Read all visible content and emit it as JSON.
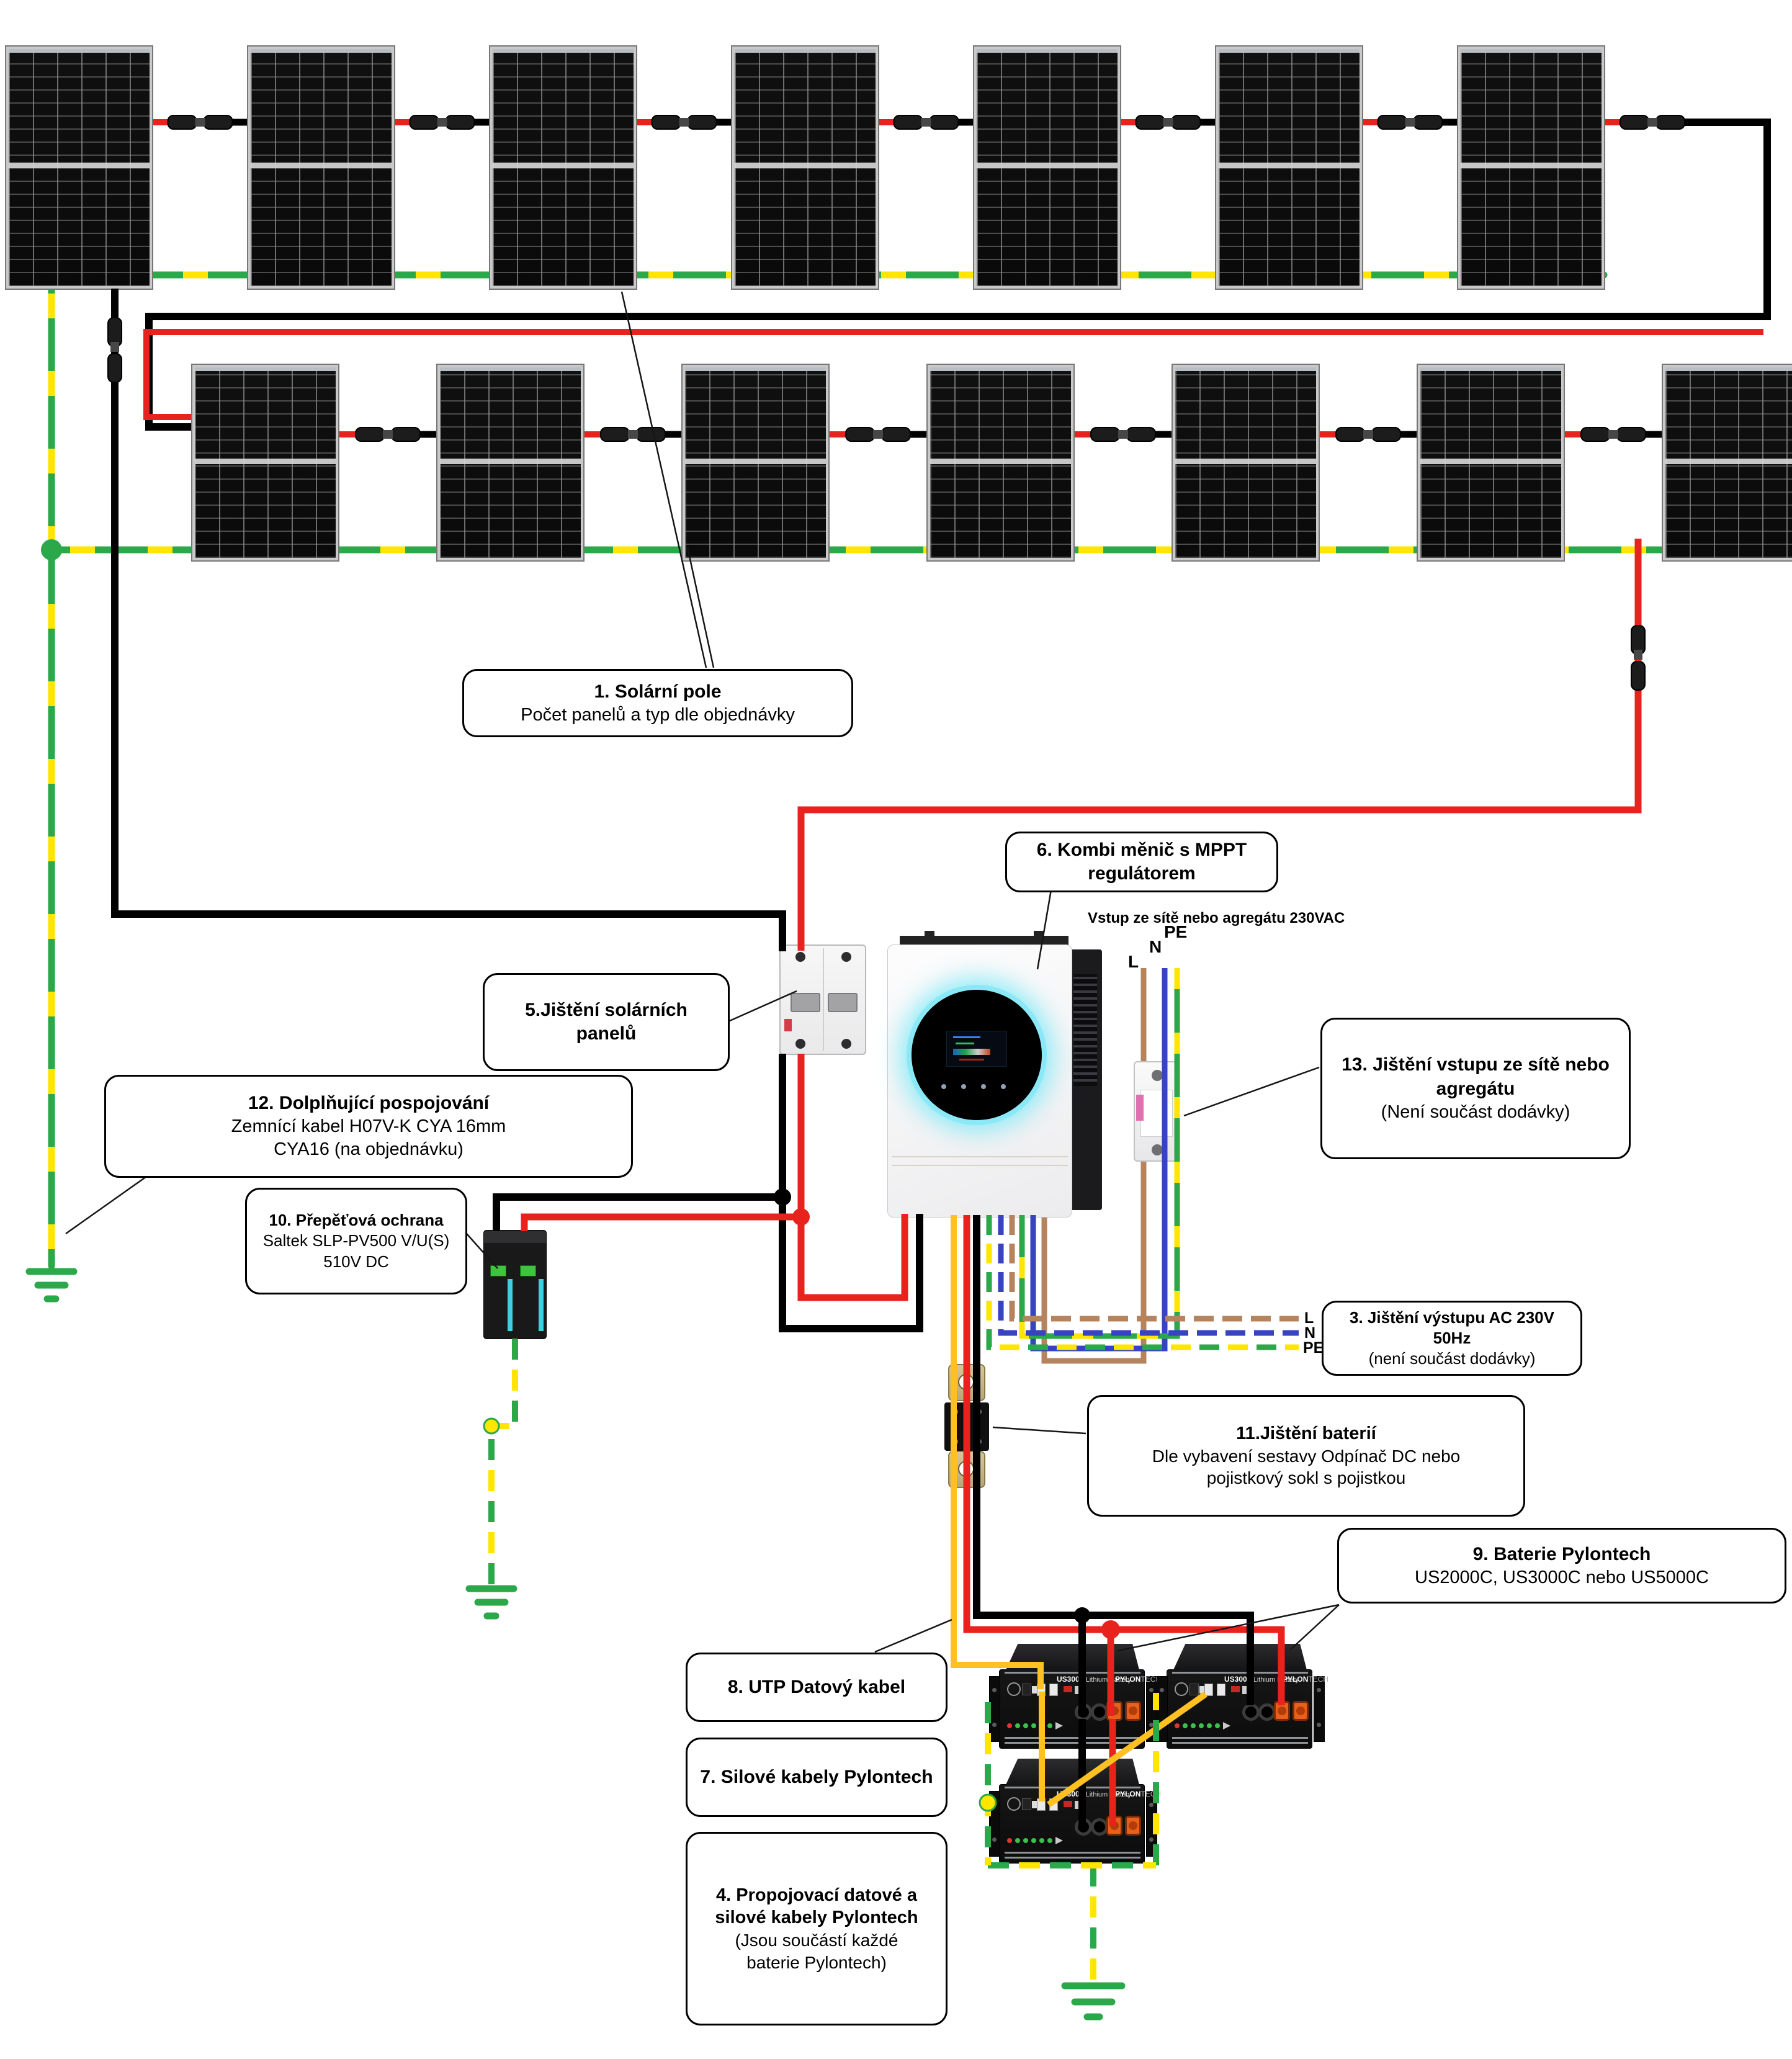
{
  "callouts": {
    "solar_array": {
      "title": "1. Solární pole",
      "body": [
        "Počet panelů a typ dle objednávky"
      ]
    },
    "pv_breaker": {
      "title": "5.Jištění solárních panelů",
      "body": []
    },
    "inverter": {
      "title": "6. Kombi měnič s MPPT regulátorem",
      "body": []
    },
    "bonding": {
      "title": "12. Dolplňující pospojování",
      "body": [
        "Zemnící kabel H07V-K CYA 16mm",
        "CYA16 (na objednávku)"
      ]
    },
    "surge": {
      "title": "10. Přepěťová ochrana",
      "body": [
        "Saltek SLP-PV500 V/U(S)",
        "510V DC"
      ]
    },
    "grid_fuse": {
      "title": "13. Jištění vstupu ze sítě nebo agregátu",
      "body": [
        "(Není součást dodávky)"
      ]
    },
    "ac_output": {
      "title": "3. Jištění výstupu AC 230V 50Hz",
      "body": [
        "(není součást dodávky)"
      ]
    },
    "battery_fuse": {
      "title": "11.Jištění baterií",
      "body": [
        "Dle vybavení sestavy Odpínač DC nebo",
        "pojistkový sokl s pojistkou"
      ]
    },
    "batteries": {
      "title": "9. Baterie Pylontech",
      "body": [
        "US2000C, US3000C nebo US5000C"
      ]
    },
    "utp": {
      "title": "8. UTP Datový kabel",
      "body": []
    },
    "power_cables": {
      "title": "7. Silové kabely Pylontech",
      "body": []
    },
    "link_cables": {
      "title": "4. Propojovací datové a silové kabely Pylontech",
      "body": [
        "(Jsou součástí každé",
        "baterie Pylontech)"
      ]
    }
  },
  "labels": {
    "grid_input_title": "Vstup ze sítě nebo agregátu 230VAC",
    "grid_input": {
      "l": "L",
      "n": "N",
      "pe": "PE"
    },
    "ac_output": {
      "l": "L",
      "n": "N",
      "pe": "PE"
    }
  },
  "battery": {
    "model": "US3000",
    "type": "Lithium Battery",
    "brand_bold": "PYLON",
    "brand_light": "TECH"
  },
  "colors": {
    "wire_red": "#E8231D",
    "wire_black": "#000000",
    "ground_green": "#2BA84A",
    "dash_yellow": "#FFE500",
    "ac_brown": "#B5845F",
    "ac_blue": "#3743BF",
    "data_cable": "#FFC022",
    "led_ring": "#8BE9F7",
    "terminal_orange": "#E8611C"
  }
}
